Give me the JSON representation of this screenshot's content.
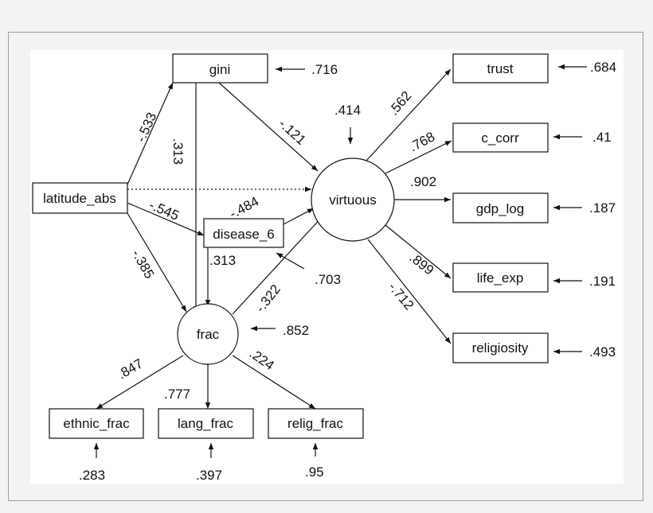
{
  "nodes": {
    "gini": "gini",
    "latitude_abs": "latitude_abs",
    "disease_6": "disease_6",
    "frac": "frac",
    "virtuous": "virtuous",
    "trust": "trust",
    "c_corr": "c_corr",
    "gdp_log": "gdp_log",
    "life_exp": "life_exp",
    "religiosity": "religiosity",
    "ethnic_frac": "ethnic_frac",
    "lang_frac": "lang_frac",
    "relig_frac": "relig_frac"
  },
  "paths": {
    "latitude_gini": "-.533",
    "gini_frac": ".313",
    "gini_virtuous": "-.121",
    "latitude_disease": "-.545",
    "disease_virtuous": "-.484",
    "disease_frac": ".313",
    "latitude_frac": "-.385",
    "frac_virtuous": "-.322",
    "virtuous_trust": ".562",
    "virtuous_ccorr": ".768",
    "virtuous_gdp": ".902",
    "virtuous_life": ".899",
    "virtuous_relig": "-.712",
    "frac_ethnic": ".847",
    "frac_lang": ".777",
    "frac_religfrac": ".224"
  },
  "errors": {
    "gini": ".716",
    "virtuous": ".414",
    "disease_6": ".703",
    "frac": ".852",
    "trust": ".684",
    "c_corr": ".41",
    "gdp_log": ".187",
    "life_exp": ".191",
    "religiosity": ".493",
    "ethnic_frac": ".283",
    "lang_frac": ".397",
    "relig_frac": ".95"
  }
}
